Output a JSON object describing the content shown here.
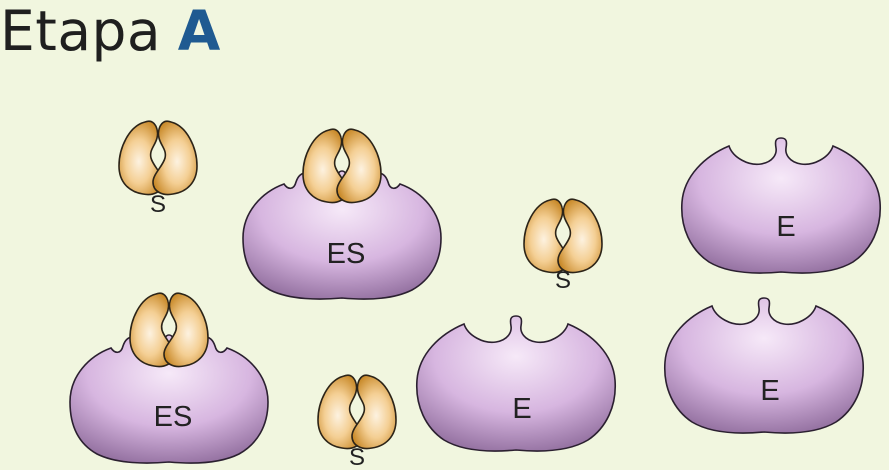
{
  "title": {
    "word": "Etapa",
    "letter": "A"
  },
  "colors": {
    "background": "#f1f6df",
    "title_letter": "#1f5a91",
    "enzyme_light": "#f1e0f3",
    "enzyme_dark": "#8e6a99",
    "substrate_light": "#fbebd3",
    "substrate_dark": "#c98a2a"
  },
  "labels": {
    "substrate": "S",
    "enzyme": "E",
    "complex": "ES"
  }
}
